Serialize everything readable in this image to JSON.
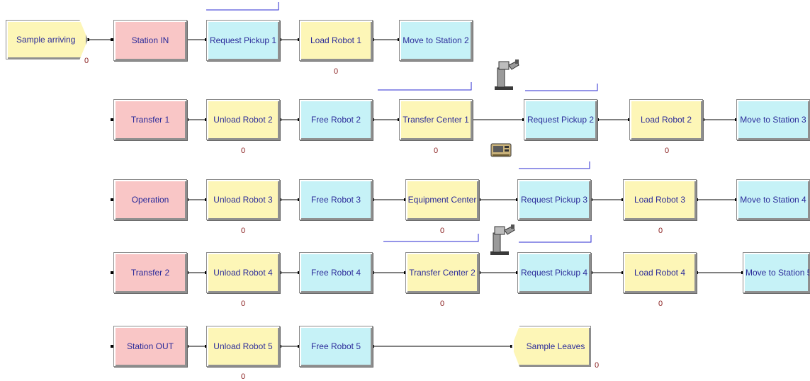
{
  "modules": {
    "sample_arriving": "Sample arriving",
    "station_in": "Station IN",
    "request_pickup_1": "Request Pickup 1",
    "load_robot_1": "Load Robot 1",
    "move_to_station_2": "Move to Station 2",
    "transfer_1": "Transfer 1",
    "unload_robot_2": "Unload Robot 2",
    "free_robot_2": "Free Robot 2",
    "transfer_center_1": "Transfer Center 1",
    "request_pickup_2": "Request Pickup 2",
    "load_robot_2": "Load Robot 2",
    "move_to_station_3": "Move to Station 3",
    "operation": "Operation",
    "unload_robot_3": "Unload Robot 3",
    "free_robot_3": "Free Robot 3",
    "equipment_center": "Equipment Center",
    "request_pickup_3": "Request Pickup 3",
    "load_robot_3": "Load Robot 3",
    "move_to_station_4": "Move to Station 4",
    "transfer_2": "Transfer 2",
    "unload_robot_4": "Unload Robot 4",
    "free_robot_4": "Free Robot 4",
    "transfer_center_2": "Transfer Center 2",
    "request_pickup_4": "Request Pickup 4",
    "load_robot_4": "Load Robot 4",
    "move_to_station_5": "Move to Station 5",
    "station_out": "Station OUT",
    "unload_robot_5": "Unload Robot 5",
    "free_robot_5": "Free Robot 5",
    "sample_leaves": "Sample Leaves"
  },
  "counters": {
    "sample_arriving": "0",
    "load_robot_1": "0",
    "unload_robot_2": "0",
    "transfer_center_1": "0",
    "load_robot_2": "0",
    "unload_robot_3": "0",
    "equipment_center": "0",
    "load_robot_3": "0",
    "unload_robot_4": "0",
    "transfer_center_2": "0",
    "load_robot_4": "0",
    "unload_robot_5": "0",
    "sample_leaves": "0"
  },
  "icons": {
    "robot": "robot-arm-icon",
    "equipment": "equipment-icon"
  },
  "colors": {
    "station": "#f9c6c6",
    "process": "#fdf6b7",
    "route": "#c6f2f7",
    "label": "#2b2b9a",
    "counter": "#8a2020",
    "queue_line": "#2a2ad0"
  }
}
